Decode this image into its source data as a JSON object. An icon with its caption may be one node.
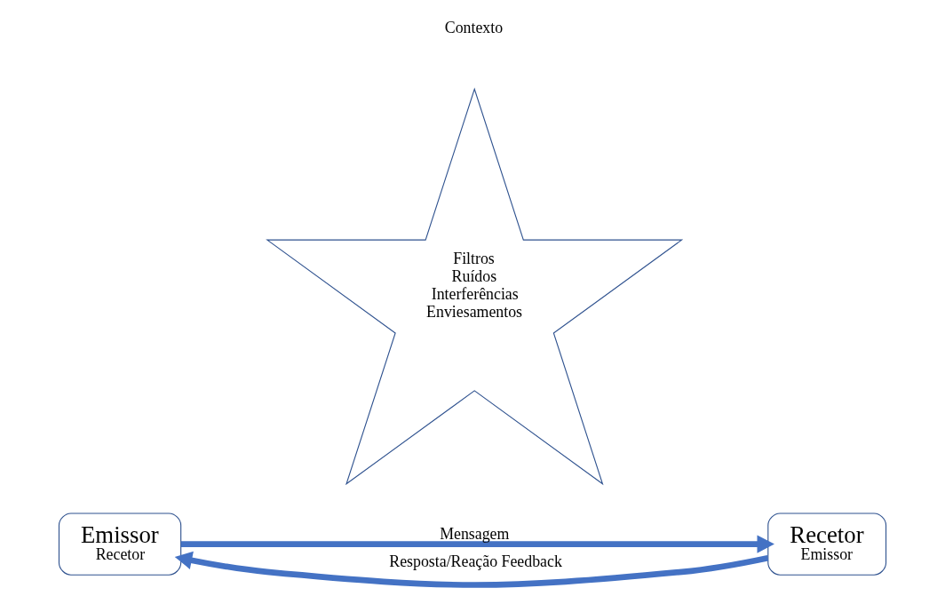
{
  "diagram": {
    "nodes": [
      {
        "text": [
          "Emissor",
          "Recetor"
        ]
      },
      {
        "text": [
          "Filtros",
          "Ruídos",
          "Interferências",
          "Enviesamentos"
        ]
      },
      {
        "text": [
          "Recetor",
          "Emissor"
        ]
      }
    ],
    "edges": [
      {
        "from": 0,
        "to": 2,
        "arrow": "to",
        "label": "Mensagem"
      },
      {
        "from": 2,
        "to": 0,
        "arrow": "to",
        "label": "Resposta/Reação Feedback"
      }
    ],
    "labels": [
      "Contexto"
    ]
  }
}
